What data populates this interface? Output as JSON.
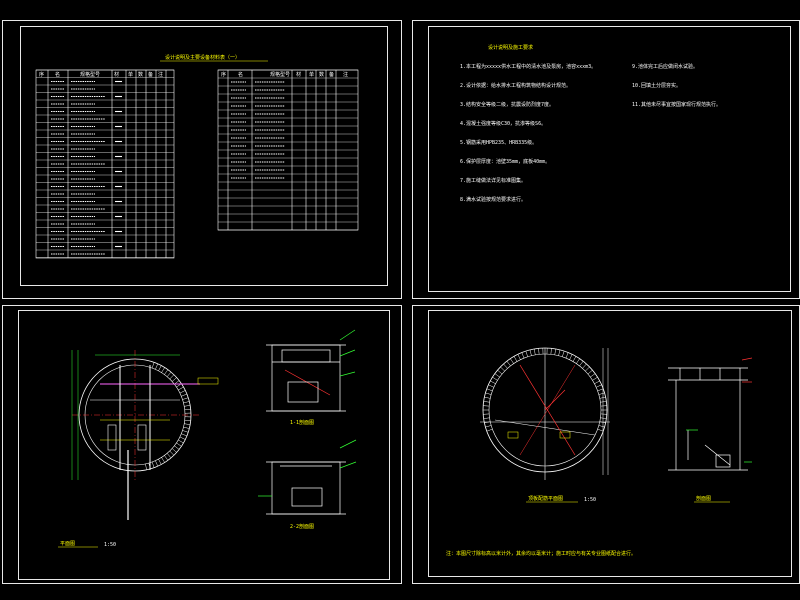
{
  "sheets": [
    {
      "id": "material-table-sheet",
      "title": "设计说明及主要设备材料表（一）"
    },
    {
      "id": "design-notes-sheet",
      "title": "设计说明及施工要求"
    },
    {
      "id": "plan-section-sheet",
      "plan_label": "平面图",
      "section1": "1-1剖面图",
      "section2": "2-2剖面图",
      "scale": "1:50"
    },
    {
      "id": "tank-detail-sheet",
      "plan_label": "顶板配筋平面图",
      "section": "剖面图",
      "scale": "1:50",
      "footer": "注：本图尺寸除标高以米计外，其余均以毫米计；施工时应与有关专业图纸配合进行。"
    }
  ],
  "table_headers": [
    "序",
    "名",
    "规格型号",
    "材",
    "单",
    "数",
    "备",
    "注"
  ],
  "notes_left": [
    "1.本工程为xxxxx供水工程中的清水池及泵房，池容xxxm3。",
    "2.设计依据：给水排水工程构筑物结构设计规范。",
    "3.结构安全等级二级，抗震设防烈度7度。",
    "4.混凝土强度等级C30，抗渗等级S6。",
    "5.钢筋采用HPB235、HRB335级。",
    "6.保护层厚度：池壁35mm，底板40mm。",
    "7.施工缝做法详见标准图集。",
    "8.满水试验按规范要求进行。"
  ],
  "notes_right": [
    "9.池体完工后应做闭水试验。",
    "10.回填土分层夯实。",
    "11.其他未尽事宜按国家现行规范执行。"
  ],
  "colors": {
    "line": "#ffffff",
    "accent": "#ff3333",
    "text": "#ffff00",
    "dim": "#33ff33",
    "pipe": "#ff66ff"
  }
}
